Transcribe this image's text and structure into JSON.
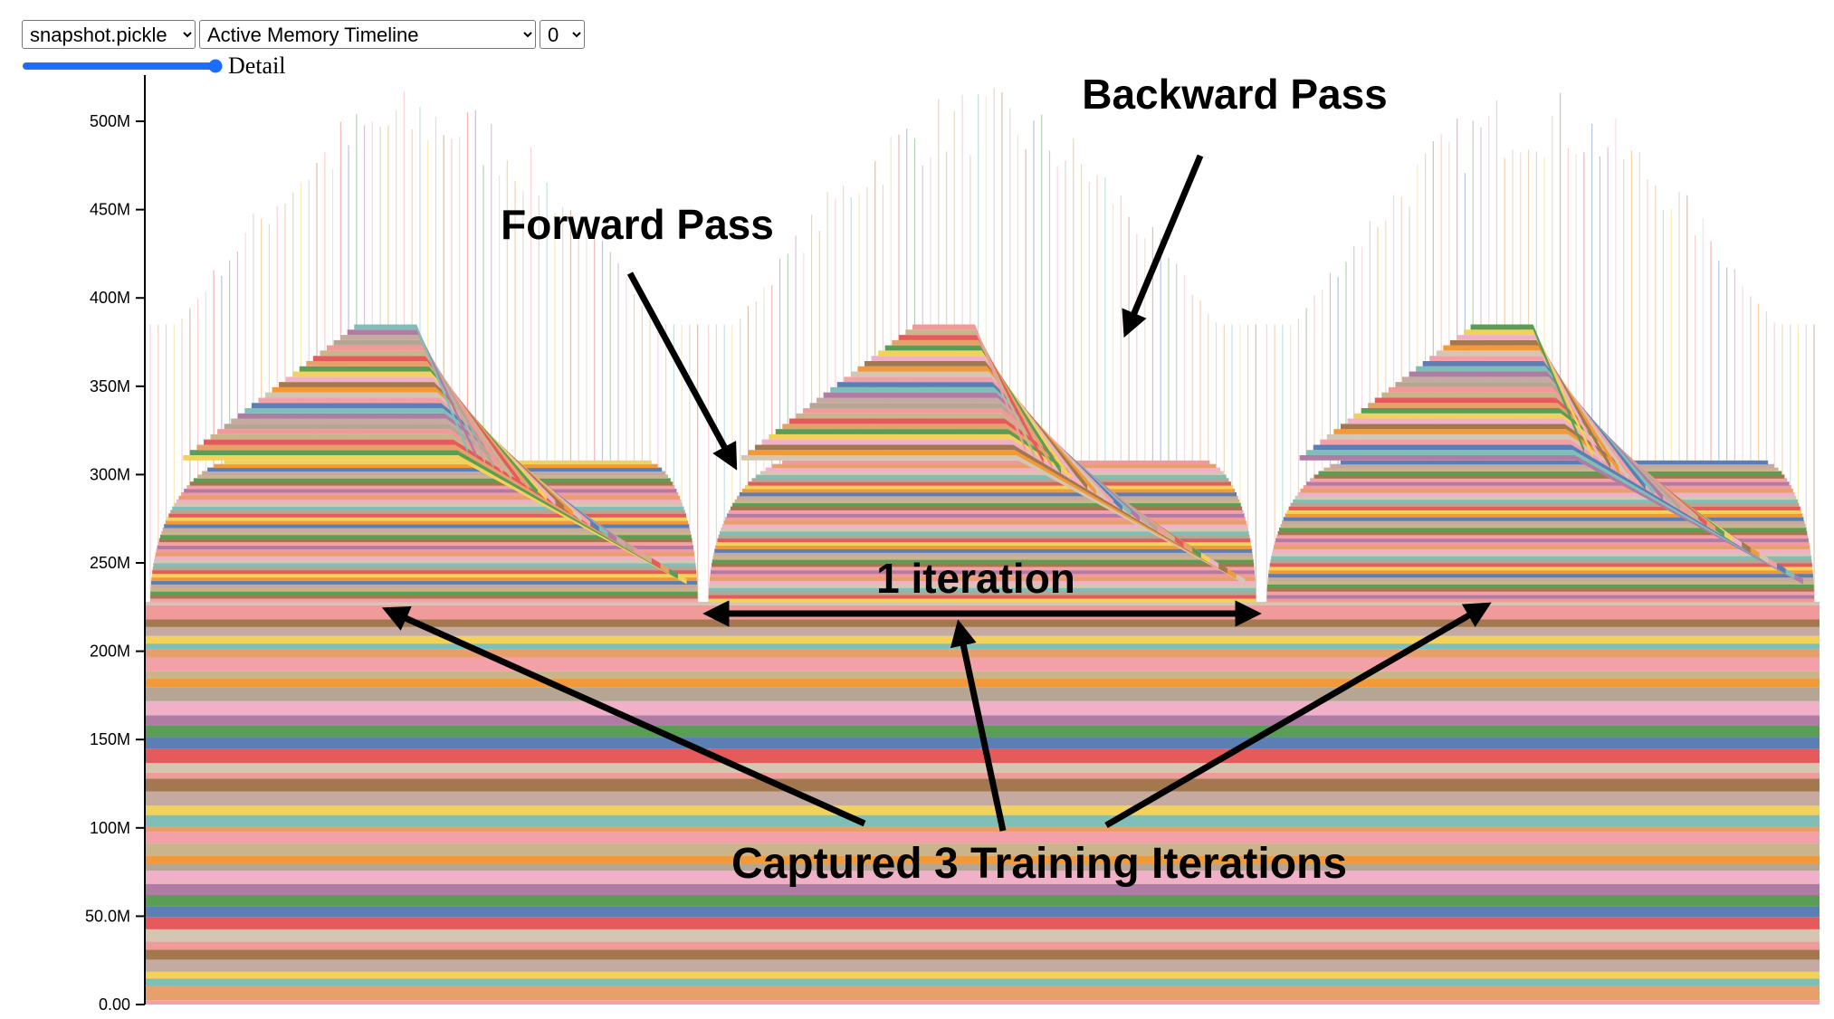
{
  "controls": {
    "file_select": {
      "options": [
        "snapshot.pickle"
      ],
      "selected": "snapshot.pickle"
    },
    "view_select": {
      "options": [
        "Active Memory Timeline"
      ],
      "selected": "Active Memory Timeline"
    },
    "device_select": {
      "options": [
        "0"
      ],
      "selected": "0"
    },
    "detail_slider": {
      "label": "Detail",
      "value": 1.0
    }
  },
  "chart_data": {
    "type": "area",
    "title": "",
    "xlabel": "",
    "ylabel": "",
    "ylim": [
      0,
      520
    ],
    "y_unit": "M",
    "y_ticks": [
      {
        "value": 0,
        "label": "0.00"
      },
      {
        "value": 50,
        "label": "50.0M"
      },
      {
        "value": 100,
        "label": "100M"
      },
      {
        "value": 150,
        "label": "150M"
      },
      {
        "value": 200,
        "label": "200M"
      },
      {
        "value": 250,
        "label": "250M"
      },
      {
        "value": 300,
        "label": "300M"
      },
      {
        "value": 350,
        "label": "350M"
      },
      {
        "value": 400,
        "label": "400M"
      },
      {
        "value": 450,
        "label": "450M"
      },
      {
        "value": 500,
        "label": "500M"
      }
    ],
    "baseline_memory": 228,
    "iterations": [
      {
        "name": "iteration 1",
        "forward_peak": 308,
        "total_peak": 385,
        "spike_peak": 520,
        "end_memory": 228
      },
      {
        "name": "iteration 2",
        "forward_peak": 308,
        "total_peak": 385,
        "spike_peak": 520,
        "end_memory": 228
      },
      {
        "name": "iteration 3",
        "forward_peak": 308,
        "total_peak": 385,
        "spike_peak": 520,
        "end_memory": 228
      }
    ],
    "grid": false,
    "legend": "none"
  },
  "annotations": {
    "forward_pass": "Forward Pass",
    "backward_pass": "Backward Pass",
    "one_iteration": "1 iteration",
    "captured": "Captured 3 Training Iterations"
  },
  "palette": [
    "#f4a0a8",
    "#e8a06b",
    "#7fbfb8",
    "#f2d25a",
    "#c4aaa0",
    "#a3784e",
    "#f19a9a",
    "#d4c6b0",
    "#e55a5a",
    "#5b7fb5",
    "#5a9e56",
    "#b07ca6",
    "#f0b0c8",
    "#b5a693",
    "#f29a3a",
    "#c9b48c"
  ]
}
